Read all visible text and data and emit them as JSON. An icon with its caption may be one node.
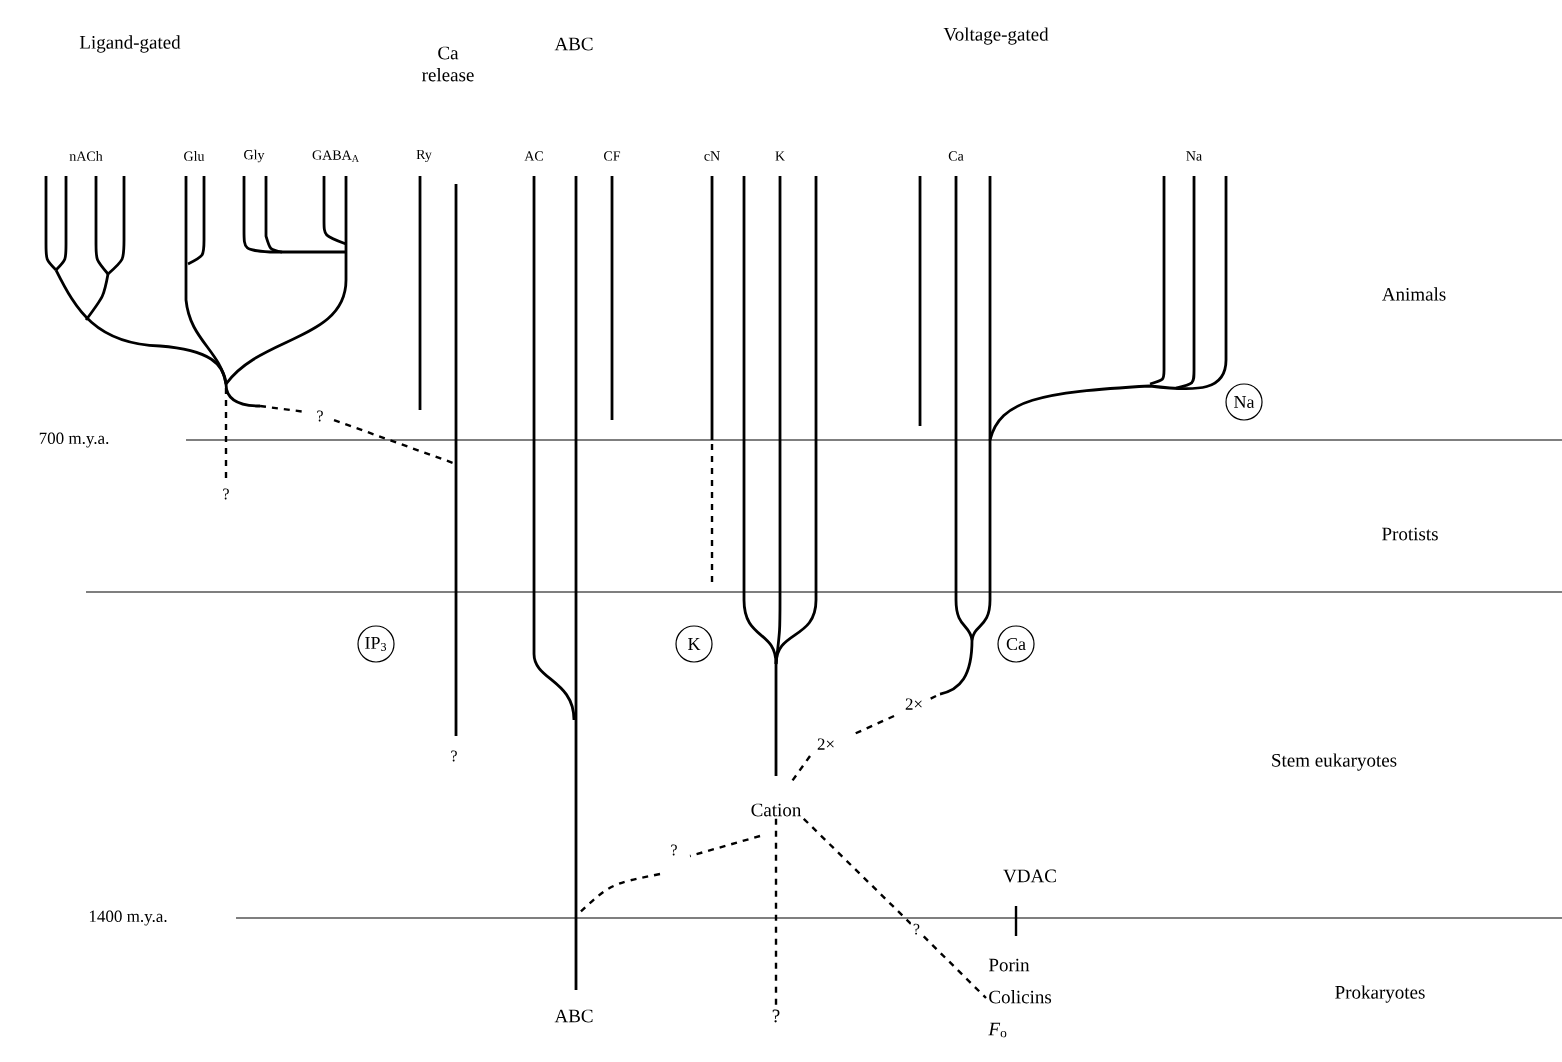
{
  "diagram": {
    "nodes": [
      {
        "text": [
          "Na"
        ]
      },
      {
        "text": [
          "IP$_{3}$"
        ]
      },
      {
        "text": [
          "K"
        ]
      },
      {
        "text": [
          "Ca"
        ]
      },
      {
        "text": [
          "Cation"
        ]
      },
      {
        "text": [
          "ABC"
        ]
      },
      {
        "text": [
          "?"
        ]
      },
      {
        "text": [
          "Porin Colicins *F*$_{o}$"
        ]
      }
    ],
    "edges": [
      {
        "from": 4,
        "to": 6,
        "arrow": "none",
        "style": "dashed"
      },
      {
        "from": 4,
        "to": 7,
        "arrow": "none",
        "style": "dashed",
        "label": "?"
      }
    ],
    "labels": [
      "Ligand-gated",
      "Ca release",
      "ABC",
      "Voltage-gated",
      "nACh",
      "Glu",
      "Gly",
      "GABA$_{A}$",
      "Ry",
      "AC",
      "CF",
      "cN",
      "K",
      "Ca",
      "Na",
      "Animals",
      "?",
      "700 m.y.a.",
      "?",
      "Protists",
      "?",
      "2×",
      "2×",
      "Stem eukaryotes",
      "?",
      "VDAC",
      "1400 m.y.a.",
      "Prokaryotes"
    ]
  }
}
